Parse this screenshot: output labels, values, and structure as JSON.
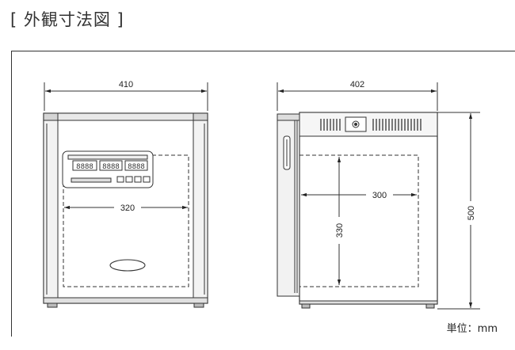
{
  "title": "[ 外観寸法図 ]",
  "unit_label": "単位：mm",
  "front_view": {
    "width_dim": "410",
    "inner_width_dim": "320"
  },
  "side_view": {
    "depth_dim": "402",
    "inner_depth_dim": "300",
    "inner_height_dim": "330",
    "height_dim": "500"
  }
}
